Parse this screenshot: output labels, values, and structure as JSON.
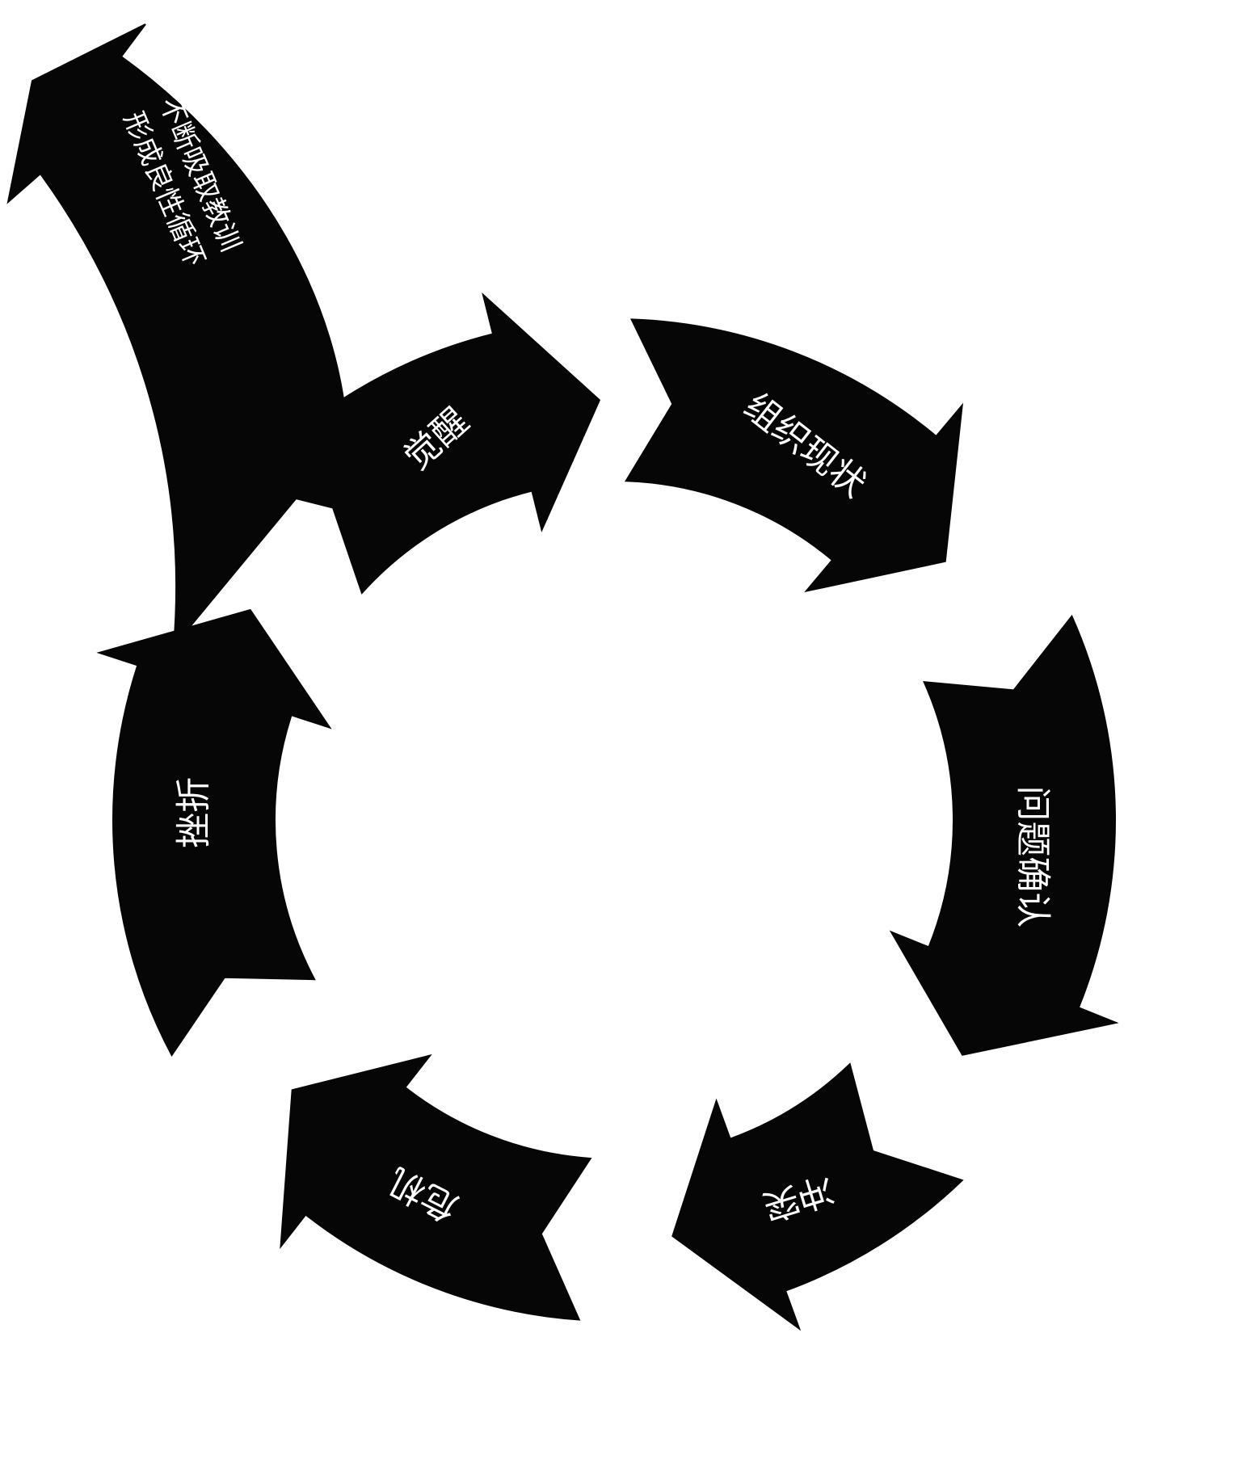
{
  "diagram": {
    "colors": {
      "arrow": "#060606",
      "text": "#ffffff",
      "background": "#ffffff"
    },
    "cycle_stages": [
      {
        "id": "jiuzhi-xianzhuang",
        "label": "组织现状"
      },
      {
        "id": "wenti-queren",
        "label": "问题确认"
      },
      {
        "id": "chongtu",
        "label": "冲突"
      },
      {
        "id": "weiji",
        "label": "危机"
      },
      {
        "id": "zheshe",
        "label": "挫折"
      },
      {
        "id": "juexing",
        "label": "觉醒"
      }
    ],
    "exit_arrow": {
      "lines": [
        "不断吸取教训",
        "形成良性循环"
      ]
    }
  }
}
